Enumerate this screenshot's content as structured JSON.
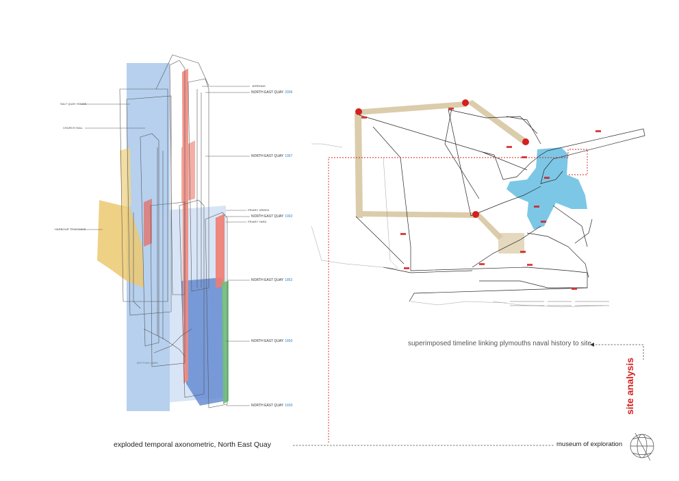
{
  "axo": {
    "labels_left": {
      "salt_quay_house": "SALT QUAY HOUSE",
      "church_hall": "CHURCH HALL",
      "harbour_tramways": "HARBOUR TRAMWAYS",
      "bottom": "BOTTOM LABEL"
    },
    "labels_right": {
      "jerrons": "JERRONS",
      "friary_green": "FRIARY GREEN",
      "friary_yard": "FRIARY YARD"
    },
    "quays": [
      {
        "name": "NORTH EAST QUAY",
        "year": "2006"
      },
      {
        "name": "NORTH EAST QUAY",
        "year": "1957"
      },
      {
        "name": "NORTH EAST QUAY",
        "year": "1902"
      },
      {
        "name": "NORTH EAST QUAY",
        "year": "1852"
      },
      {
        "name": "NORTH EAST QUAY",
        "year": "1800"
      },
      {
        "name": "NORTH EAST QUAY",
        "year": "1600"
      }
    ]
  },
  "captions": {
    "axo_caption": "exploded temporal axonometric, North East Quay",
    "timeline_caption": "superimposed timeline linking plymouths naval history to site",
    "museum": "museum of exploration",
    "section_title": "site analysis"
  },
  "colors": {
    "blue": "#9ec0e8",
    "dark_blue": "#5f86cf",
    "yellow": "#ecc970",
    "red_strip": "#ef8a80",
    "green": "#6fbf7a",
    "accent_red": "#d42020",
    "cyan": "#35a9d9",
    "tan": "#d8c7a2"
  },
  "icons": {
    "globe": "globe-sketch-icon",
    "arrow": "arrow-left-icon"
  }
}
